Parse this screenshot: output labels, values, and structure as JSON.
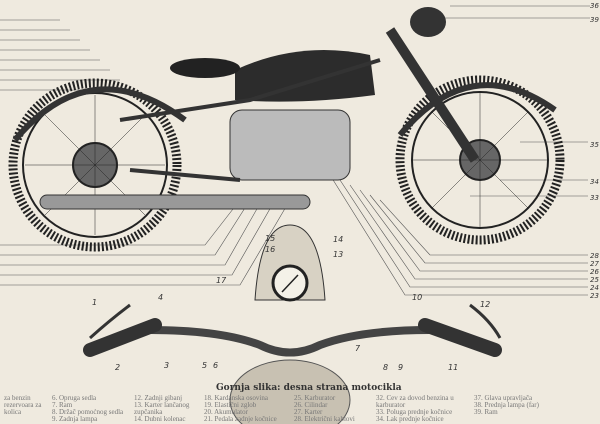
{
  "caption": "Gornja slika: desna strana motocikla",
  "callouts_right": [
    "36",
    "39",
    "35",
    "34",
    "33",
    "28",
    "27",
    "26",
    "25",
    "24",
    "23"
  ],
  "callouts_handlebar": [
    "1",
    "2",
    "3",
    "4",
    "5",
    "6",
    "7",
    "8",
    "9",
    "10",
    "11",
    "12",
    "13",
    "14",
    "15",
    "16",
    "17"
  ],
  "legend_columns": [
    [
      "za benzin",
      "rezervoara za",
      "kolica"
    ],
    [
      "6. Opruga sedla",
      "7. Ram",
      "8. Držač pomoćnog sedla",
      "9. Zadnja lampa"
    ],
    [
      "12. Zadnji gibanj",
      "13. Karter lančanog zupčanika",
      "14. Dubni kolenac"
    ],
    [
      "18. Kardanska osovina",
      "19. Elastični zglob",
      "20. Akumulator",
      "21. Pedala zadnje kočnice"
    ],
    [
      "25. Karburator",
      "26. Cilindar",
      "27. Karter",
      "28. Električni kablovi"
    ],
    [
      "32. Cev za dovod benzina u karburator",
      "33. Poluga prednje kočnice",
      "34. Lak prednje kočnice"
    ],
    [
      "37. Glava upravljača",
      "38. Prednja lampa (far)",
      "39. Ram"
    ]
  ]
}
